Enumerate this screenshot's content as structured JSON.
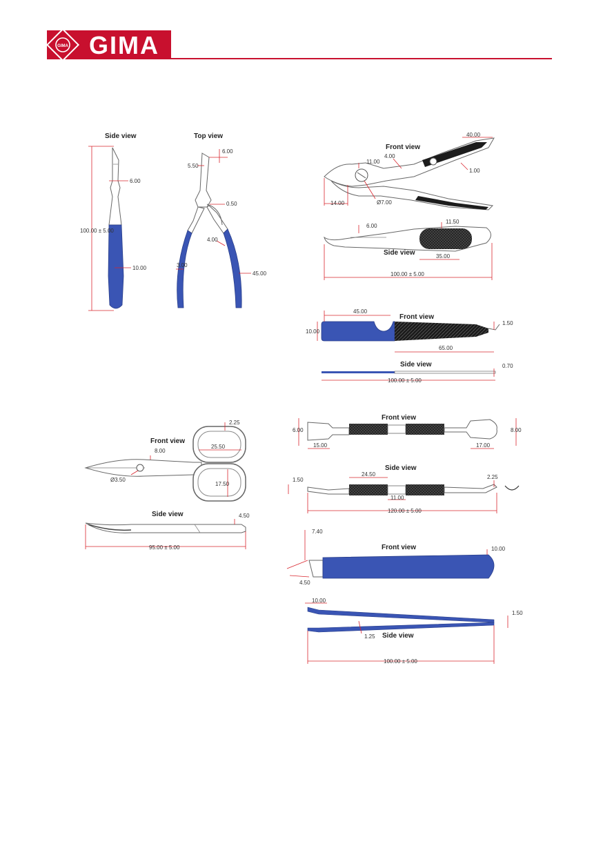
{
  "brand": {
    "name": "GIMA",
    "seal_text": "GIMA",
    "color": "#c8102e"
  },
  "views": {
    "side": "Side view",
    "top": "Top view",
    "front": "Front view"
  },
  "colors": {
    "handle": "#3a55b4",
    "dimension": "#d9262e",
    "outline": "#666666"
  },
  "nipper": {
    "length": "100.00 ± 5.00",
    "d1": "6.00",
    "d2": "10.00",
    "d3": "6.00",
    "d4": "5.50",
    "d5": "0.50",
    "d6": "4.00",
    "d7": "3.00",
    "d8": "45.00"
  },
  "cutter": {
    "d1": "40.00",
    "d2": "11.00",
    "d3": "4.00",
    "d4": "1.00",
    "d5": "14.00",
    "d6": "Ø7.00",
    "d7": "6.00",
    "d8": "11.50",
    "d9": "35.00",
    "length": "100.00 ± 5.00"
  },
  "file": {
    "d1": "45.00",
    "d2": "10.00",
    "d3": "1.50",
    "d4": "65.00",
    "d5": "0.70",
    "length": "100.00 ± 5.00"
  },
  "scissors": {
    "d1": "2.25",
    "d2": "8.00",
    "d3": "25.50",
    "d4": "Ø3.50",
    "d5": "17.50",
    "d6": "4.50",
    "length": "95.00 ± 5.00"
  },
  "pusher": {
    "d1": "6.00",
    "d2": "8.00",
    "d3": "15.00",
    "d4": "17.00",
    "d5": "1.50",
    "d6": "24.50",
    "d7": "2.25",
    "d8": "11.00",
    "length": "120.00 ± 5.00"
  },
  "tweezers": {
    "d1": "7.40",
    "d2": "10.00",
    "d3": "4.50",
    "d4": "10.00",
    "d5": "1.50",
    "d6": "1.25",
    "length": "100.00 ± 5.00"
  }
}
